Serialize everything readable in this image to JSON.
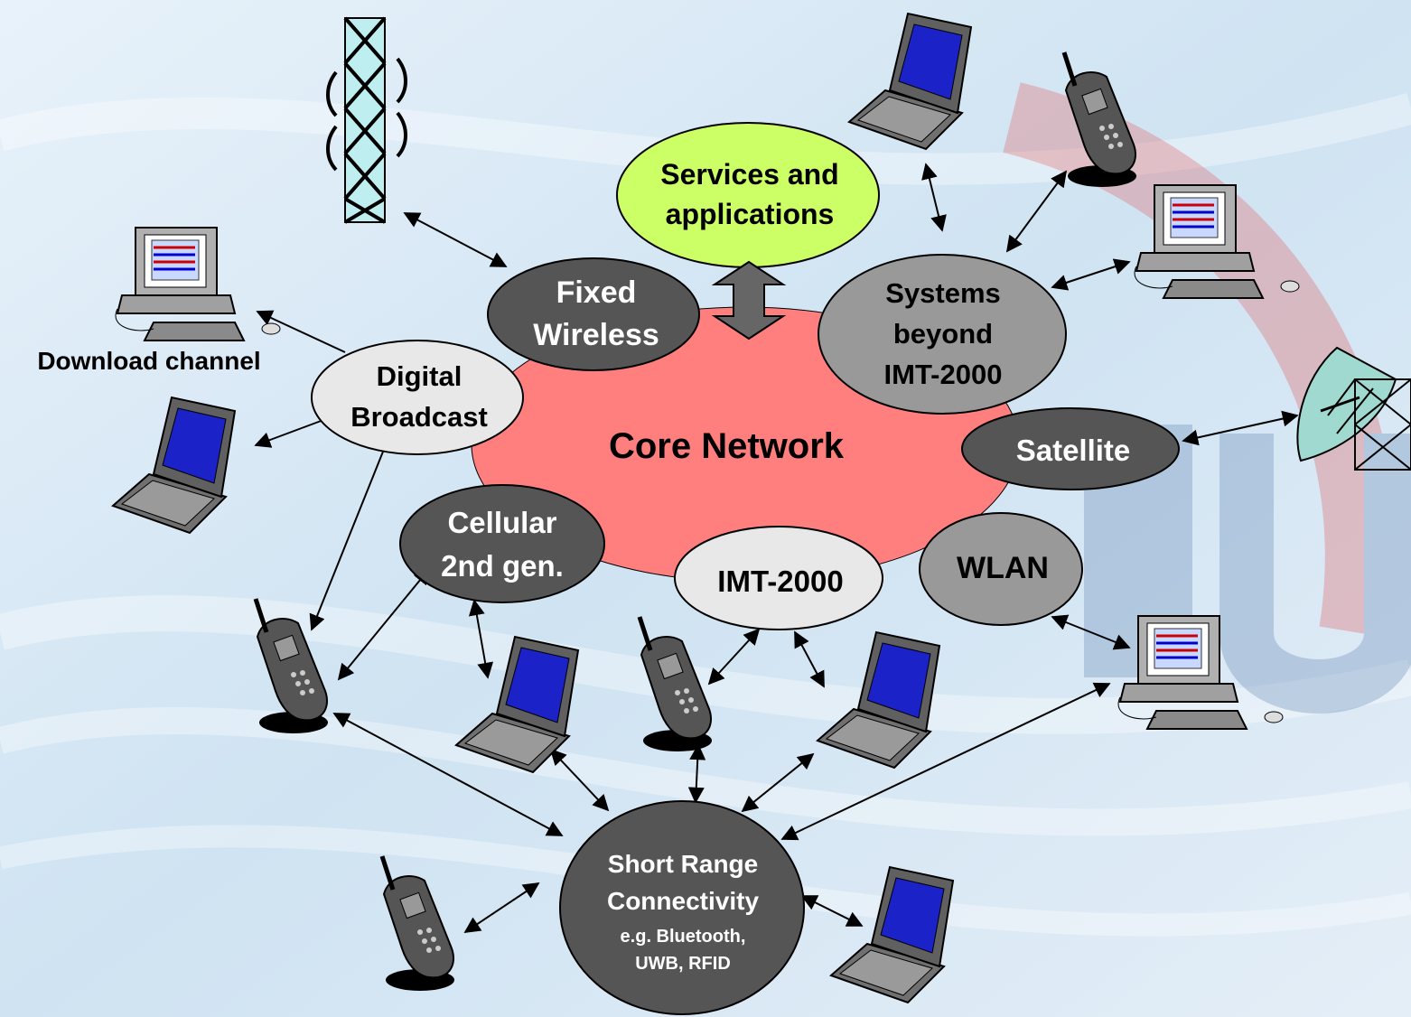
{
  "nodes": {
    "core": "Core Network",
    "services": [
      "Services and",
      "applications"
    ],
    "fixed_wireless": [
      "Fixed",
      "Wireless"
    ],
    "systems_beyond": [
      "Systems",
      "beyond",
      "IMT-2000"
    ],
    "digital_broadcast": [
      "Digital",
      "Broadcast"
    ],
    "satellite": "Satellite",
    "cellular": [
      "Cellular",
      "2nd gen."
    ],
    "imt2000": "IMT-2000",
    "wlan": "WLAN",
    "short_range": [
      "Short Range",
      "Connectivity",
      "e.g. Bluetooth,",
      "UWB, RFID"
    ]
  },
  "labels": {
    "download_channel": "Download channel"
  },
  "colors": {
    "core": "#ff7f7f",
    "services": "#ccff66",
    "dark_node": "#555555",
    "mid_node": "#999999",
    "light_node": "#e8e8e8",
    "background": "#d6e8f4"
  },
  "icons": [
    "broadcast-tower-icon",
    "desktop-computer-icon",
    "laptop-icon",
    "mobile-phone-icon",
    "satellite-dish-icon"
  ]
}
